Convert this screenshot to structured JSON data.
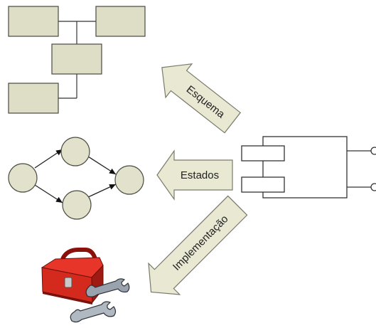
{
  "arrows": {
    "schema_label": "Esquema",
    "states_label": "Estados",
    "implementation_label": "Implementação"
  },
  "colors": {
    "arrow_fill": "#e9e8d3",
    "box_fill": "#deddc6",
    "node_fill": "#e2e1cb",
    "toolbox_red": "#d42a1e",
    "wrench_gray": "#9aa3ad"
  },
  "icons": {
    "toolbox": "toolbox-icon",
    "wrench": "wrench-icon"
  }
}
